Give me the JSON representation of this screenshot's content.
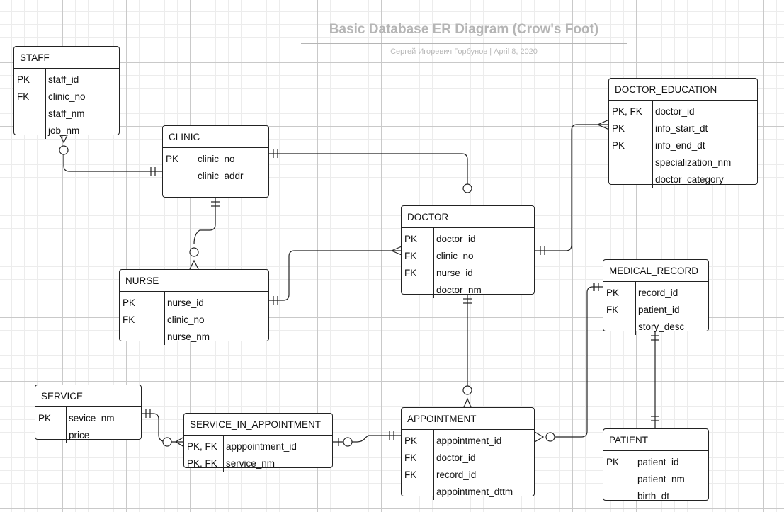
{
  "diagram": {
    "title": "Basic Database ER Diagram (Crow's Foot)",
    "subtitle": "Сергей Игоревич Горбунов  |  April 8, 2020"
  },
  "entities": {
    "staff": {
      "name": "STAFF",
      "rows": [
        {
          "key": "PK",
          "col": "staff_id"
        },
        {
          "key": "FK",
          "col": "clinic_no"
        },
        {
          "key": "",
          "col": "staff_nm"
        },
        {
          "key": "",
          "col": "job_nm"
        }
      ]
    },
    "clinic": {
      "name": "CLINIC",
      "rows": [
        {
          "key": "PK",
          "col": "clinic_no"
        },
        {
          "key": "",
          "col": "clinic_addr"
        }
      ]
    },
    "doctor_education": {
      "name": "DOCTOR_EDUCATION",
      "rows": [
        {
          "key": "PK, FK",
          "col": "doctor_id"
        },
        {
          "key": "PK",
          "col": "info_start_dt"
        },
        {
          "key": "PK",
          "col": "info_end_dt"
        },
        {
          "key": "",
          "col": "specialization_nm"
        },
        {
          "key": "",
          "col": "doctor_category"
        }
      ]
    },
    "doctor": {
      "name": "DOCTOR",
      "rows": [
        {
          "key": "PK",
          "col": "doctor_id"
        },
        {
          "key": "FK",
          "col": "clinic_no"
        },
        {
          "key": "FK",
          "col": "nurse_id"
        },
        {
          "key": "",
          "col": "doctor_nm"
        }
      ]
    },
    "nurse": {
      "name": "NURSE",
      "rows": [
        {
          "key": "PK",
          "col": "nurse_id"
        },
        {
          "key": "FK",
          "col": "clinic_no"
        },
        {
          "key": "",
          "col": "nurse_nm"
        }
      ]
    },
    "medical_record": {
      "name": "MEDICAL_RECORD",
      "rows": [
        {
          "key": "PK",
          "col": "record_id"
        },
        {
          "key": "FK",
          "col": "patient_id"
        },
        {
          "key": "",
          "col": "story_desc"
        }
      ]
    },
    "service": {
      "name": "SERVICE",
      "rows": [
        {
          "key": "PK",
          "col": "sevice_nm"
        },
        {
          "key": "",
          "col": "price"
        }
      ]
    },
    "service_in_appointment": {
      "name": "SERVICE_IN_APPOINTMENT",
      "rows": [
        {
          "key": "PK, FK",
          "col": "apppointment_id"
        },
        {
          "key": "PK, FK",
          "col": "service_nm"
        }
      ]
    },
    "appointment": {
      "name": "APPOINTMENT",
      "rows": [
        {
          "key": "PK",
          "col": "appointment_id"
        },
        {
          "key": "FK",
          "col": "doctor_id"
        },
        {
          "key": "FK",
          "col": "record_id"
        },
        {
          "key": "",
          "col": "appointment_dttm"
        }
      ]
    },
    "patient": {
      "name": "PATIENT",
      "rows": [
        {
          "key": "PK",
          "col": "patient_id"
        },
        {
          "key": "",
          "col": "patient_nm"
        },
        {
          "key": "",
          "col": "birth_dt"
        }
      ]
    }
  }
}
